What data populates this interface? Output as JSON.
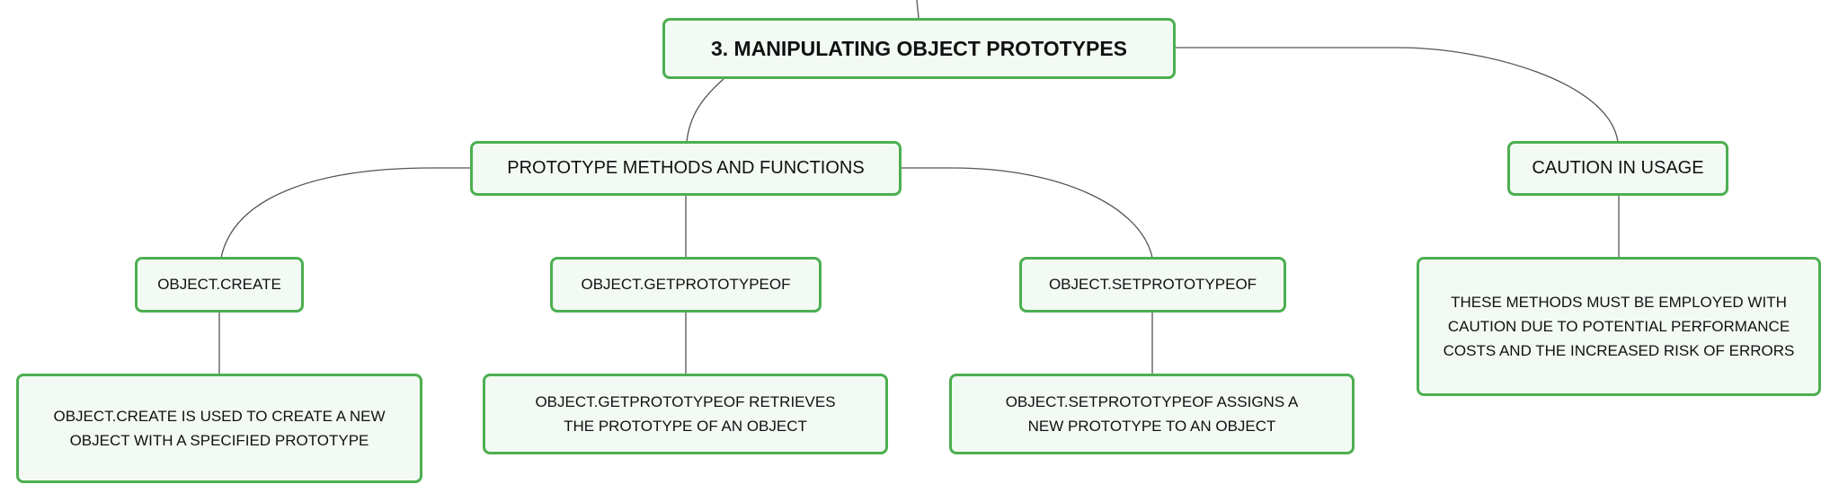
{
  "diagram": {
    "root": {
      "label": "3. MANIPULATING OBJECT PROTOTYPES"
    },
    "branches": {
      "methods": {
        "label": "PROTOTYPE METHODS AND FUNCTIONS"
      },
      "caution": {
        "label": "CAUTION IN USAGE"
      }
    },
    "methods": {
      "create": {
        "label": "OBJECT.CREATE",
        "description": "OBJECT.CREATE IS USED TO CREATE A NEW OBJECT WITH A SPECIFIED PROTOTYPE"
      },
      "getproto": {
        "label": "OBJECT.GETPROTOTYPEOF",
        "description": "OBJECT.GETPROTOTYPEOF RETRIEVES THE PROTOTYPE OF AN OBJECT"
      },
      "setproto": {
        "label": "OBJECT.SETPROTOTYPEOF",
        "description": "OBJECT.SETPROTOTYPEOF ASSIGNS A NEW PROTOTYPE TO AN OBJECT"
      }
    },
    "caution": {
      "description": "THESE METHODS MUST BE EMPLOYED WITH CAUTION DUE TO POTENTIAL PERFORMANCE COSTS AND THE INCREASED RISK OF ERRORS"
    },
    "colors": {
      "border": "#4caf50",
      "fill": "#f3faf4",
      "line": "#555555"
    }
  }
}
